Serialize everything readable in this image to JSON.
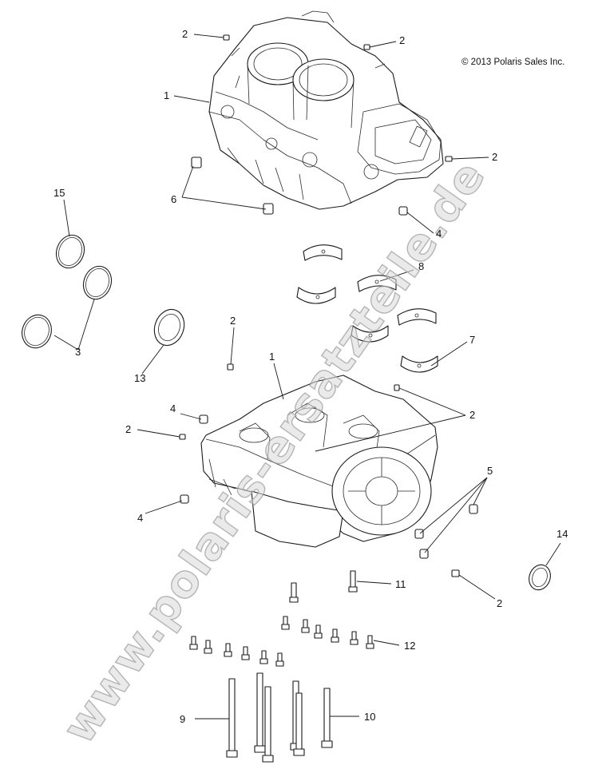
{
  "copyright": "© 2013 Polaris Sales Inc.",
  "watermark": "www.polaris-ersatzteile.de",
  "callouts": [
    {
      "id": "c1a",
      "label": "1"
    },
    {
      "id": "c1b",
      "label": "1"
    },
    {
      "id": "c2a",
      "label": "2"
    },
    {
      "id": "c2b",
      "label": "2"
    },
    {
      "id": "c2c",
      "label": "2"
    },
    {
      "id": "c2d",
      "label": "2"
    },
    {
      "id": "c2e",
      "label": "2"
    },
    {
      "id": "c2f",
      "label": "2"
    },
    {
      "id": "c2g",
      "label": "2"
    },
    {
      "id": "c3",
      "label": "3"
    },
    {
      "id": "c4a",
      "label": "4"
    },
    {
      "id": "c4b",
      "label": "4"
    },
    {
      "id": "c4c",
      "label": "4"
    },
    {
      "id": "c5",
      "label": "5"
    },
    {
      "id": "c6",
      "label": "6"
    },
    {
      "id": "c7",
      "label": "7"
    },
    {
      "id": "c8",
      "label": "8"
    },
    {
      "id": "c9",
      "label": "9"
    },
    {
      "id": "c10",
      "label": "10"
    },
    {
      "id": "c11",
      "label": "11"
    },
    {
      "id": "c12",
      "label": "12"
    },
    {
      "id": "c13",
      "label": "13"
    },
    {
      "id": "c14",
      "label": "14"
    },
    {
      "id": "c15",
      "label": "15"
    }
  ]
}
